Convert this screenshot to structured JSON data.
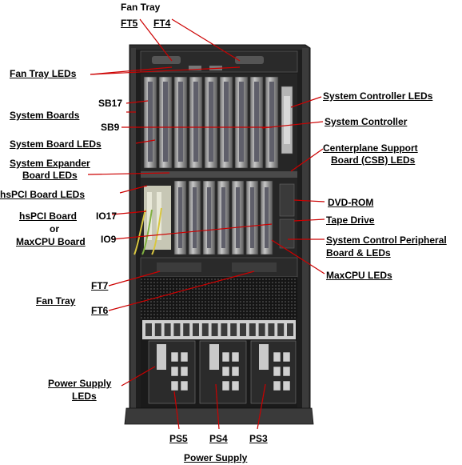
{
  "labels": {
    "fan_tray_top": "Fan Tray",
    "ft5": "FT5",
    "ft4": "FT4",
    "fan_tray_leds": "Fan Tray LEDs",
    "sb17": "SB17",
    "system_boards": "System Boards",
    "sb9": "SB9",
    "system_board_leds": "System Board LEDs",
    "system_expander_line1": "System Expander",
    "system_expander_line2": "Board LEDs",
    "hspci_board_leds": "hsPCI Board LEDs",
    "hspci_board": "hsPCI Board",
    "io17": "IO17",
    "or": "or",
    "maxcpu_board": "MaxCPU Board",
    "io9": "IO9",
    "ft7": "FT7",
    "fan_tray_bottom": "Fan Tray",
    "ft6": "FT6",
    "power_supply_leds_line1": "Power Supply",
    "power_supply_leds_line2": "LEDs",
    "ps5": "PS5",
    "ps4": "PS4",
    "ps3": "PS3",
    "power_supply": "Power Supply",
    "system_controller_leds": "System Controller LEDs",
    "system_controller": "System Controller",
    "csb_line1": "Centerplane Support",
    "csb_line2": "Board (CSB) LEDs",
    "dvd_rom": "DVD-ROM",
    "tape_drive": "Tape Drive",
    "scp_line1": "System Control Peripheral",
    "scp_line2": "Board & LEDs",
    "maxcpu_leds": "MaxCPU LEDs"
  },
  "colors": {
    "leader_line": "#cc0000",
    "cabinet_dark": "#1c1c1c",
    "cabinet_frame": "#2b2b2b",
    "board_metal": "#9a9a9a",
    "text": "#000000"
  }
}
